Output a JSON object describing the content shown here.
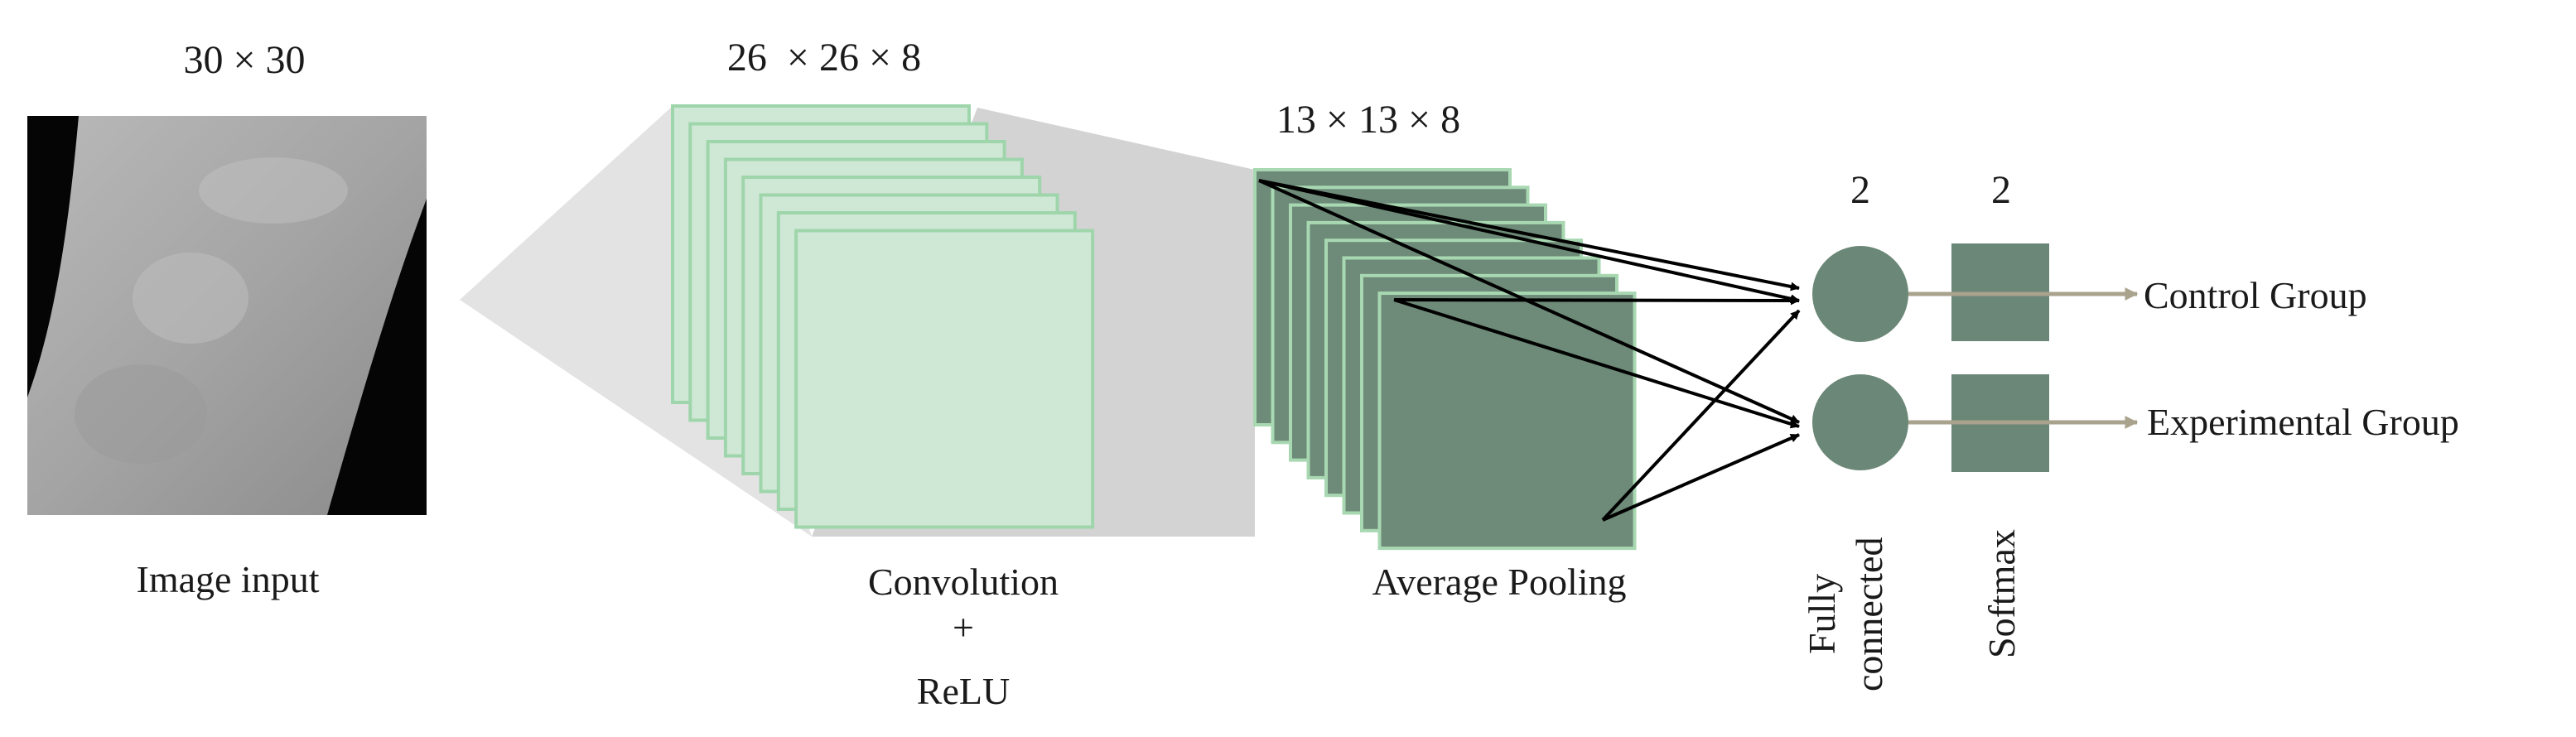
{
  "input": {
    "size_label": "30 × 30",
    "caption": "Image input"
  },
  "convolution": {
    "size_label": "26  × 26 × 8",
    "caption_line1": "Convolution",
    "caption_line2": "+",
    "caption_line3": "ReLU"
  },
  "pooling": {
    "size_label": "13 × 13 × 8",
    "caption": "Average Pooling"
  },
  "fully_connected": {
    "count_label": "2",
    "caption_line1": "Fully",
    "caption_line2": "connected"
  },
  "softmax": {
    "count_label": "2",
    "caption": "Softmax"
  },
  "outputs": {
    "class_1": "Control Group",
    "class_2": "Experimental Group"
  },
  "colors": {
    "conv_fill": "#cfe8d6",
    "conv_stroke": "#9fd5ab",
    "pool_fill": "#6e8a78",
    "pool_stroke": "#a8d8b2",
    "node_fill": "#6b8777",
    "projection": "#d6d6d6",
    "output_arrow": "#a9a28c"
  }
}
